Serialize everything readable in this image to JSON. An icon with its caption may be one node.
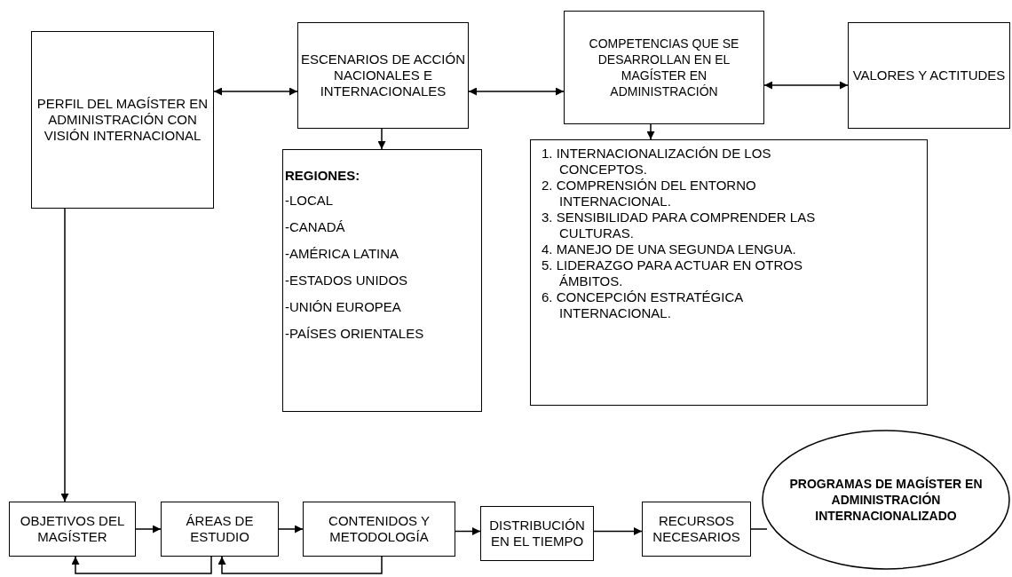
{
  "diagram": {
    "nodes": [
      {
        "text": [
          "PERFIL DEL MAGÍSTER EN ADMINISTRACIÓN CON VISIÓN INTERNACIONAL"
        ]
      },
      {
        "text": [
          "ESCENARIOS DE ACCIÓN NACIONALES E INTERNACIONALES"
        ]
      },
      {
        "text": [
          "COMPETENCIAS QUE SE DESARROLLAN EN EL MAGÍSTER EN ADMINISTRACIÓN"
        ]
      },
      {
        "text": [
          "VALORES Y ACTITUDES"
        ]
      },
      {
        "text": [
          "REGIONES:",
          "-LOCAL",
          "-CANADÁ",
          "-AMÉRICA LATINA",
          "-ESTADOS UNIDOS",
          "-UNIÓN EUROPEA",
          "-PAÍSES ORIENTALES"
        ]
      },
      {
        "text": [
          "1. INTERNACIONALIZACIÓN DE LOS CONCEPTOS.",
          "2. COMPRENSIÓN DEL ENTORNO INTERNACIONAL.",
          "3. SENSIBILIDAD PARA COMPRENDER LAS CULTURAS.",
          "4. MANEJO DE UNA SEGUNDA LENGUA.",
          "5. LIDERAZGO PARA ACTUAR EN OTROS ÁMBITOS.",
          "6. CONCEPCIÓN ESTRATÉGICA INTERNACIONAL."
        ]
      },
      {
        "text": [
          "OBJETIVOS DEL MAGÍSTER"
        ]
      },
      {
        "text": [
          "ÁREAS DE ESTUDIO"
        ]
      },
      {
        "text": [
          "CONTENIDOS Y METODOLOGÍA"
        ]
      },
      {
        "text": [
          "DISTRIBUCIÓN EN EL TIEMPO"
        ]
      },
      {
        "text": [
          "RECURSOS NECESARIOS"
        ]
      },
      {
        "text": [
          "PROGRAMAS DE MAGÍSTER EN ADMINISTRACIÓN INTERNACIONALIZADO"
        ]
      }
    ],
    "edges": [
      {
        "from": 0,
        "to": 1,
        "arrow": "both"
      },
      {
        "from": 1,
        "to": 2,
        "arrow": "both"
      },
      {
        "from": 2,
        "to": 3,
        "arrow": "both"
      },
      {
        "from": 1,
        "to": 4,
        "arrow": "to"
      },
      {
        "from": 2,
        "to": 5,
        "arrow": "to"
      },
      {
        "from": 0,
        "to": 6,
        "arrow": "to"
      },
      {
        "from": 6,
        "to": 7,
        "arrow": "to"
      },
      {
        "from": 7,
        "to": 8,
        "arrow": "to"
      },
      {
        "from": 8,
        "to": 9,
        "arrow": "to"
      },
      {
        "from": 9,
        "to": 10,
        "arrow": "to"
      },
      {
        "from": 10,
        "to": 11,
        "arrow": "none"
      },
      {
        "from": 7,
        "to": 6,
        "arrow": "to"
      },
      {
        "from": 8,
        "to": 7,
        "arrow": "to"
      }
    ]
  }
}
